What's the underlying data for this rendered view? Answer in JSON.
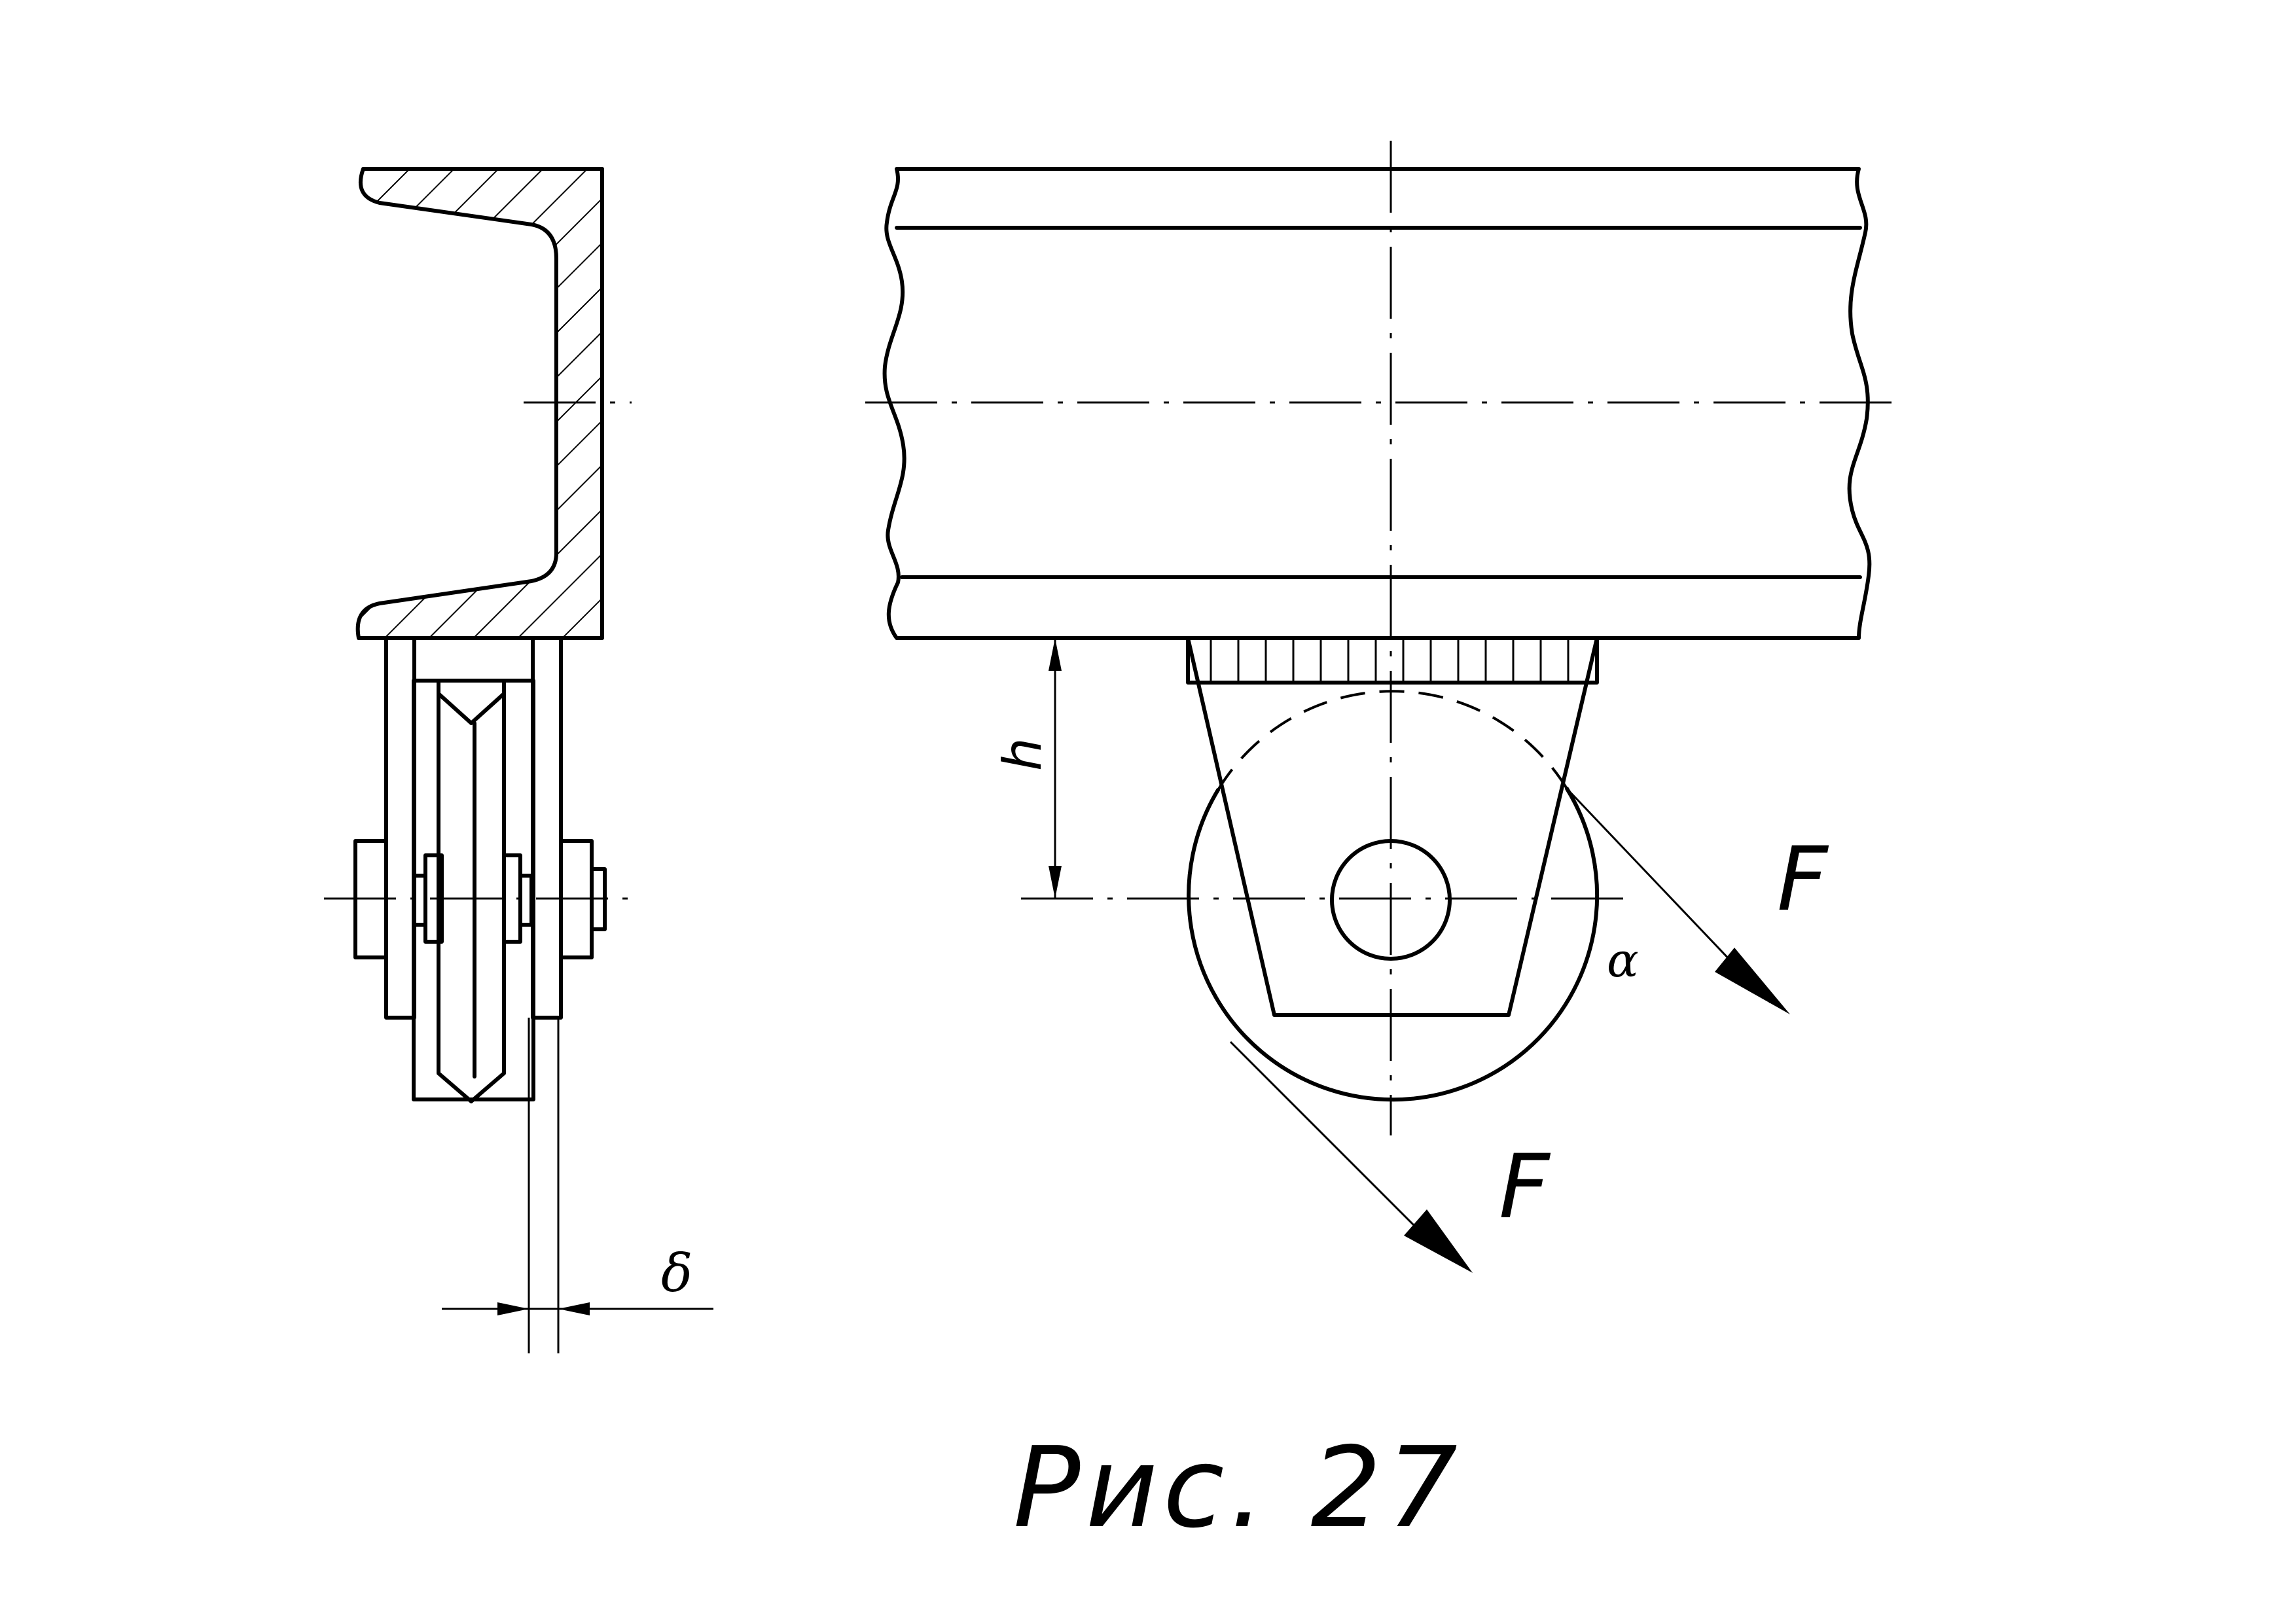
{
  "figure": {
    "caption": "Рис. 27",
    "labels": {
      "force_upper": "F",
      "force_lower": "F",
      "height": "h",
      "angle": "α",
      "gap": "δ"
    }
  }
}
